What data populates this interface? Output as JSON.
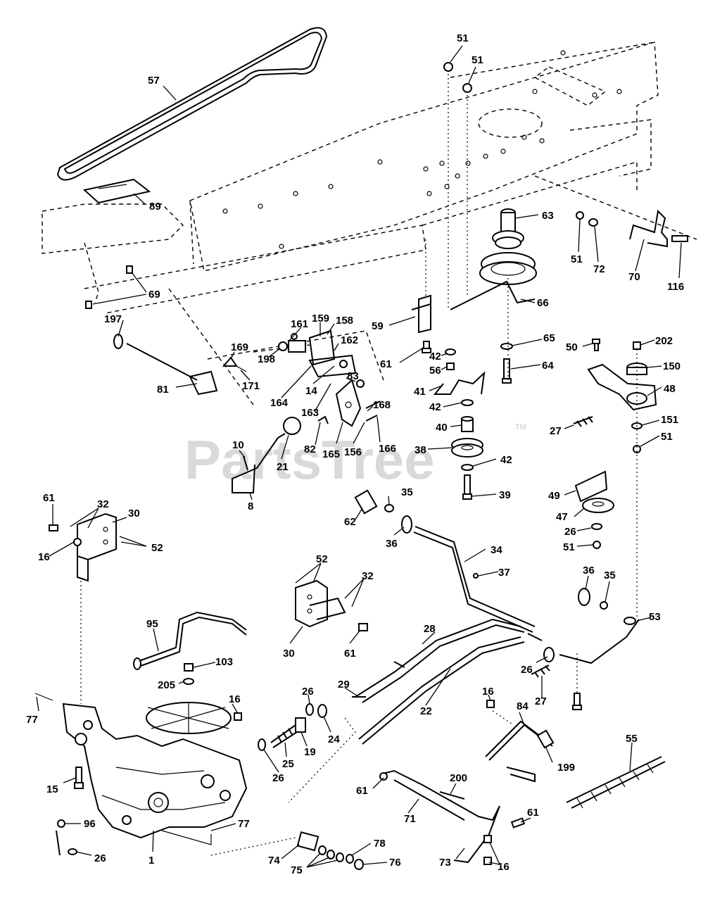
{
  "watermark": {
    "text": "PartsTree",
    "trademark": "TM"
  },
  "callouts": {
    "p57": "57",
    "p89": "89",
    "p69": "69",
    "p51a": "51",
    "p51b": "51",
    "p63": "63",
    "p51c": "51",
    "p72": "72",
    "p70": "70",
    "p116": "116",
    "p66": "66",
    "p59": "59",
    "p197": "197",
    "p161": "161",
    "p159": "159",
    "p158": "158",
    "p169": "169",
    "p198": "198",
    "p162": "162",
    "p81": "81",
    "p171": "171",
    "p164": "164",
    "p14": "14",
    "p83": "83",
    "p61a": "61",
    "p42a": "42",
    "p56": "56",
    "p65": "65",
    "p64": "64",
    "p50": "50",
    "p202": "202",
    "p150": "150",
    "p41": "41",
    "p42b": "42",
    "p48": "48",
    "p168": "168",
    "p163": "163",
    "p40": "40",
    "p27a": "27",
    "p151": "151",
    "p10": "10",
    "p82": "82",
    "p165": "165",
    "p156": "156",
    "p166": "166",
    "p38": "38",
    "p51d": "51",
    "p21": "21",
    "p42c": "42",
    "p8": "8",
    "p39": "39",
    "p61b": "61",
    "p32a": "32",
    "p30a": "30",
    "p35a": "35",
    "p49": "49",
    "p62": "62",
    "p52a": "52",
    "p36a": "36",
    "p47": "47",
    "p16a": "16",
    "p26a": "26",
    "p51e": "51",
    "p34": "34",
    "p37": "37",
    "p52b": "52",
    "p32b": "32",
    "p36b": "36",
    "p35b": "35",
    "p53": "53",
    "p95": "95",
    "p28": "28",
    "p30b": "30",
    "p61c": "61",
    "p103": "103",
    "p26b": "26",
    "p205": "205",
    "p29": "29",
    "p27b": "27",
    "p77a": "77",
    "p16b": "16",
    "p26c": "26",
    "p22": "22",
    "p16c": "16",
    "p84": "84",
    "p55": "55",
    "p19": "19",
    "p24": "24",
    "p25": "25",
    "p199": "199",
    "p15": "15",
    "p26d": "26",
    "p61d": "61",
    "p200": "200",
    "p71": "71",
    "p61e": "61",
    "p96": "96",
    "p77b": "77",
    "p78": "78",
    "p26e": "26",
    "p1": "1",
    "p74": "74",
    "p76": "76",
    "p75": "75",
    "p73": "73",
    "p16d": "16"
  }
}
